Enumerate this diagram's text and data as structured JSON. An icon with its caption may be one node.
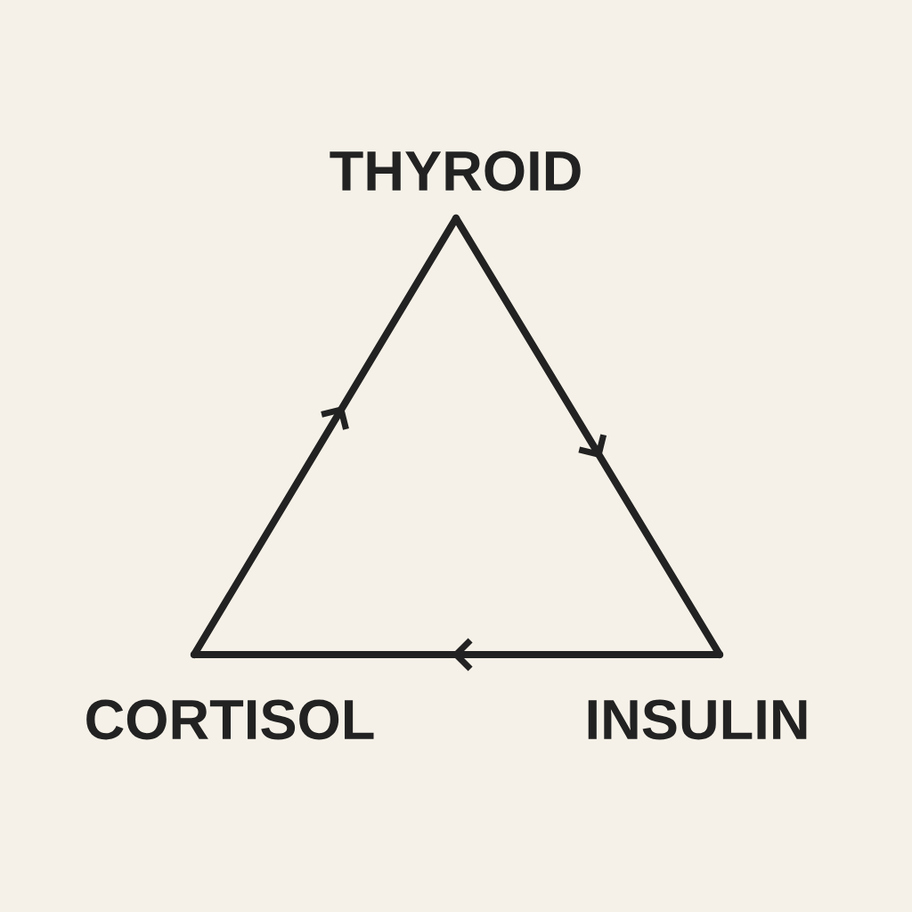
{
  "diagram": {
    "nodes": [
      {
        "text": [
          "THYROID"
        ]
      },
      {
        "text": [
          "INSULIN"
        ]
      },
      {
        "text": [
          "CORTISOL"
        ]
      }
    ],
    "edges": [
      {
        "from": 0,
        "to": 1,
        "arrow": "to"
      },
      {
        "from": 1,
        "to": 2,
        "arrow": "to"
      },
      {
        "from": 2,
        "to": 0,
        "arrow": "to"
      }
    ]
  }
}
